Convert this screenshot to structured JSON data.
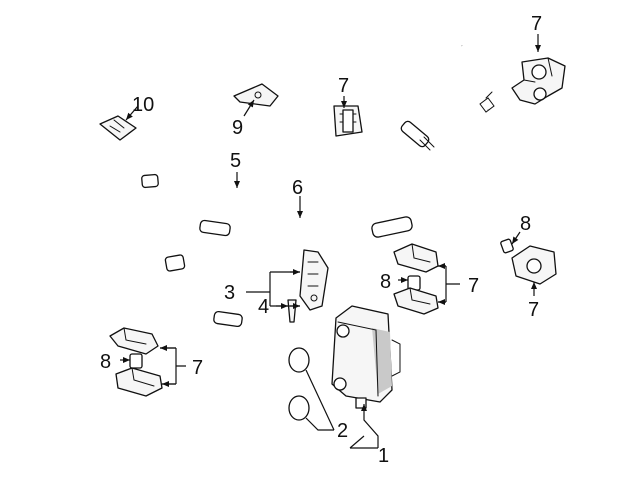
{
  "callouts": {
    "c1": "1",
    "c2": "2",
    "c3": "3",
    "c4": "4",
    "c5": "5",
    "c6": "6",
    "c7a": "7",
    "c7b": "7",
    "c7c": "7",
    "c7d": "7",
    "c7e": "7",
    "c8a": "8",
    "c8b": "8",
    "c8c": "8",
    "c9": "9",
    "c10": "10"
  },
  "colors": {
    "line": "#111111",
    "background": "#ffffff",
    "shade": "#c9c9c9"
  }
}
